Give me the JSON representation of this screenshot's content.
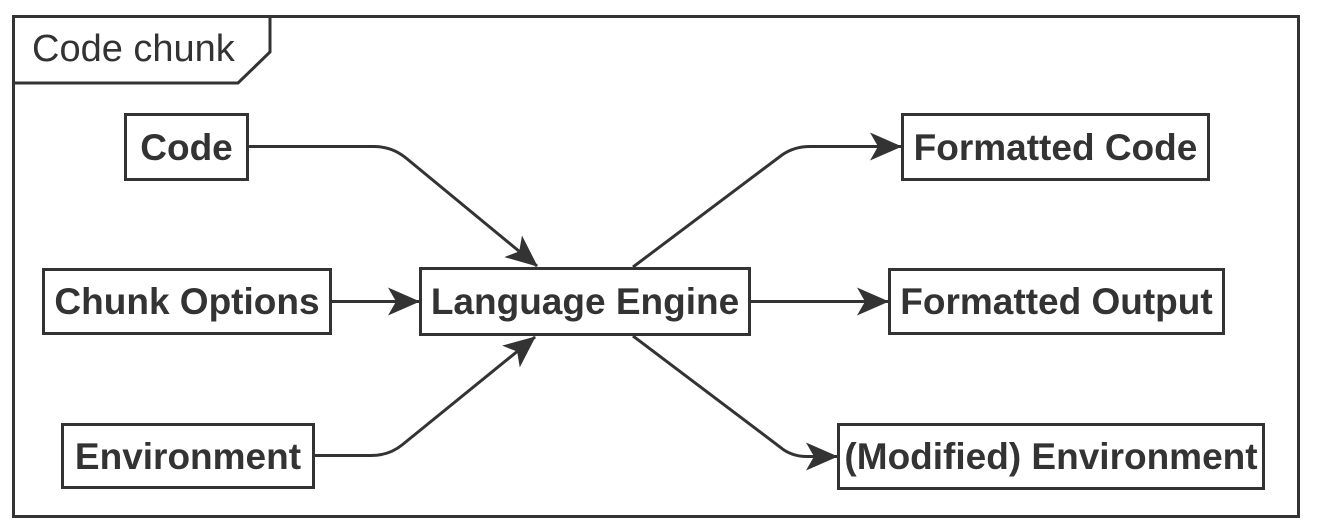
{
  "diagram": {
    "title": "Code chunk",
    "colors": {
      "stroke": "#333333",
      "text": "#333333",
      "node_fill": "#ffffff",
      "background": "#ffffff"
    },
    "nodes": [
      {
        "id": "code",
        "label": "Code"
      },
      {
        "id": "chunk-options",
        "label": "Chunk Options"
      },
      {
        "id": "environment",
        "label": "Environment"
      },
      {
        "id": "language-engine",
        "label": "Language Engine"
      },
      {
        "id": "formatted-code",
        "label": "Formatted Code"
      },
      {
        "id": "formatted-output",
        "label": "Formatted Output"
      },
      {
        "id": "modified-environment",
        "label": "(Modified) Environment"
      }
    ],
    "edges": [
      {
        "from": "Code",
        "to": "Language Engine"
      },
      {
        "from": "Chunk Options",
        "to": "Language Engine"
      },
      {
        "from": "Environment",
        "to": "Language Engine"
      },
      {
        "from": "Language Engine",
        "to": "Formatted Code"
      },
      {
        "from": "Language Engine",
        "to": "Formatted Output"
      },
      {
        "from": "Language Engine",
        "to": "(Modified) Environment"
      }
    ]
  }
}
